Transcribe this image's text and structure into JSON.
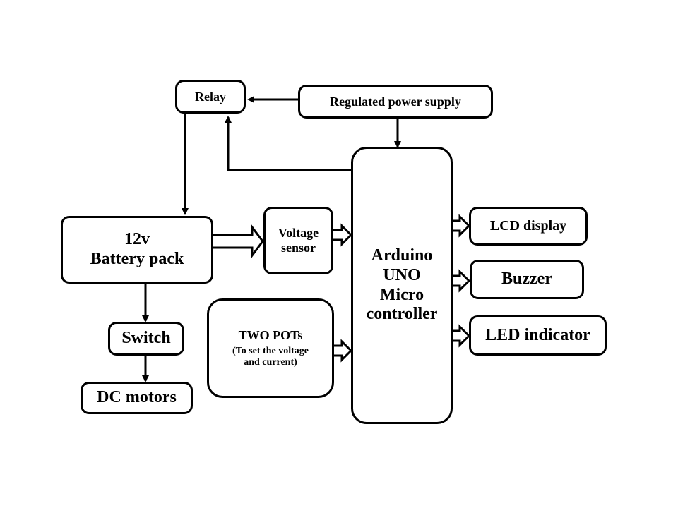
{
  "blocks": {
    "relay": {
      "label": "Relay"
    },
    "power_supply": {
      "label": "Regulated power supply"
    },
    "battery": {
      "line1": "12v",
      "line2": "Battery pack"
    },
    "voltage_sensor": {
      "line1": "Voltage",
      "line2": "sensor"
    },
    "arduino": {
      "line1": "Arduino",
      "line2": "UNO",
      "line3": "Micro",
      "line4": "controller"
    },
    "lcd": {
      "label": "LCD display"
    },
    "buzzer": {
      "label": "Buzzer"
    },
    "led": {
      "label": "LED indicator"
    },
    "switch": {
      "label": "Switch"
    },
    "pots": {
      "line1": "TWO POTs",
      "line2": "(To set the voltage",
      "line3": "and current)"
    },
    "motors": {
      "label": "DC motors"
    }
  },
  "colors": {
    "stroke": "#000000",
    "fill": "#ffffff"
  }
}
